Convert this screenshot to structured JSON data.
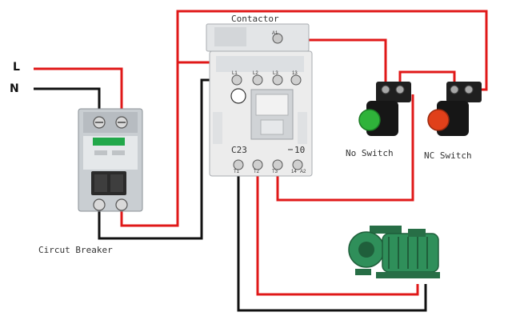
{
  "labels": {
    "line": "L",
    "neutral": "N",
    "contactor": "Contactor",
    "no_switch": "No Switch",
    "nc_switch": "NC Switch",
    "breaker": "Circut Breaker"
  },
  "contactor_face": {
    "model": "C23",
    "aux": "10",
    "top_terminals": [
      "L1",
      "L2",
      "L3",
      "13"
    ],
    "bottom_terminals": [
      "T1",
      "T2",
      "T3",
      "14"
    ],
    "coil_top": "A1",
    "coil_bottom": "A2"
  },
  "colors": {
    "wire_red": "#e01818",
    "wire_black": "#111111",
    "no_button": "#2fb33a",
    "nc_button": "#e0401a",
    "breaker_label": "#22a84a",
    "motor": "#2f8f5a"
  }
}
